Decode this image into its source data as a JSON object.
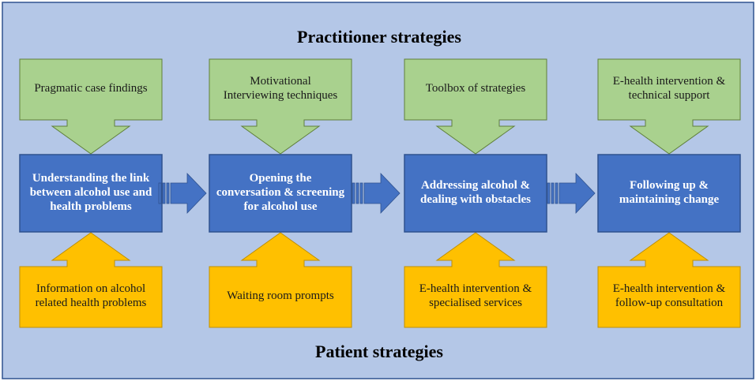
{
  "headings": {
    "top": "Practitioner strategies",
    "bottom": "Patient strategies"
  },
  "colors": {
    "background": "#b4c7e7",
    "border": "#2f528f",
    "stage_box": "#4472c4",
    "stage_border": "#2f528f",
    "practitioner_callout": "#a9d18e",
    "practitioner_callout_border": "#5f7f3a",
    "patient_callout": "#ffc000",
    "patient_callout_border": "#bf8f00",
    "arrow": "#4472c4"
  },
  "stages": [
    {
      "label": "Understanding the link between alcohol use and health problems"
    },
    {
      "label": "Opening the conversation & screening for alcohol use"
    },
    {
      "label": "Addressing alcohol & dealing with obstacles"
    },
    {
      "label": "Following up & maintaining change"
    }
  ],
  "practitioner_strategies": [
    {
      "label": "Pragmatic case findings"
    },
    {
      "label": "Motivational Interviewing techniques"
    },
    {
      "label": "Toolbox of strategies"
    },
    {
      "label": "E-health intervention & technical support"
    }
  ],
  "patient_strategies": [
    {
      "label": "Information on alcohol related health problems"
    },
    {
      "label": "Waiting room prompts"
    },
    {
      "label": "E-health intervention & specialised services"
    },
    {
      "label": "E-health intervention & follow-up consultation"
    }
  ]
}
